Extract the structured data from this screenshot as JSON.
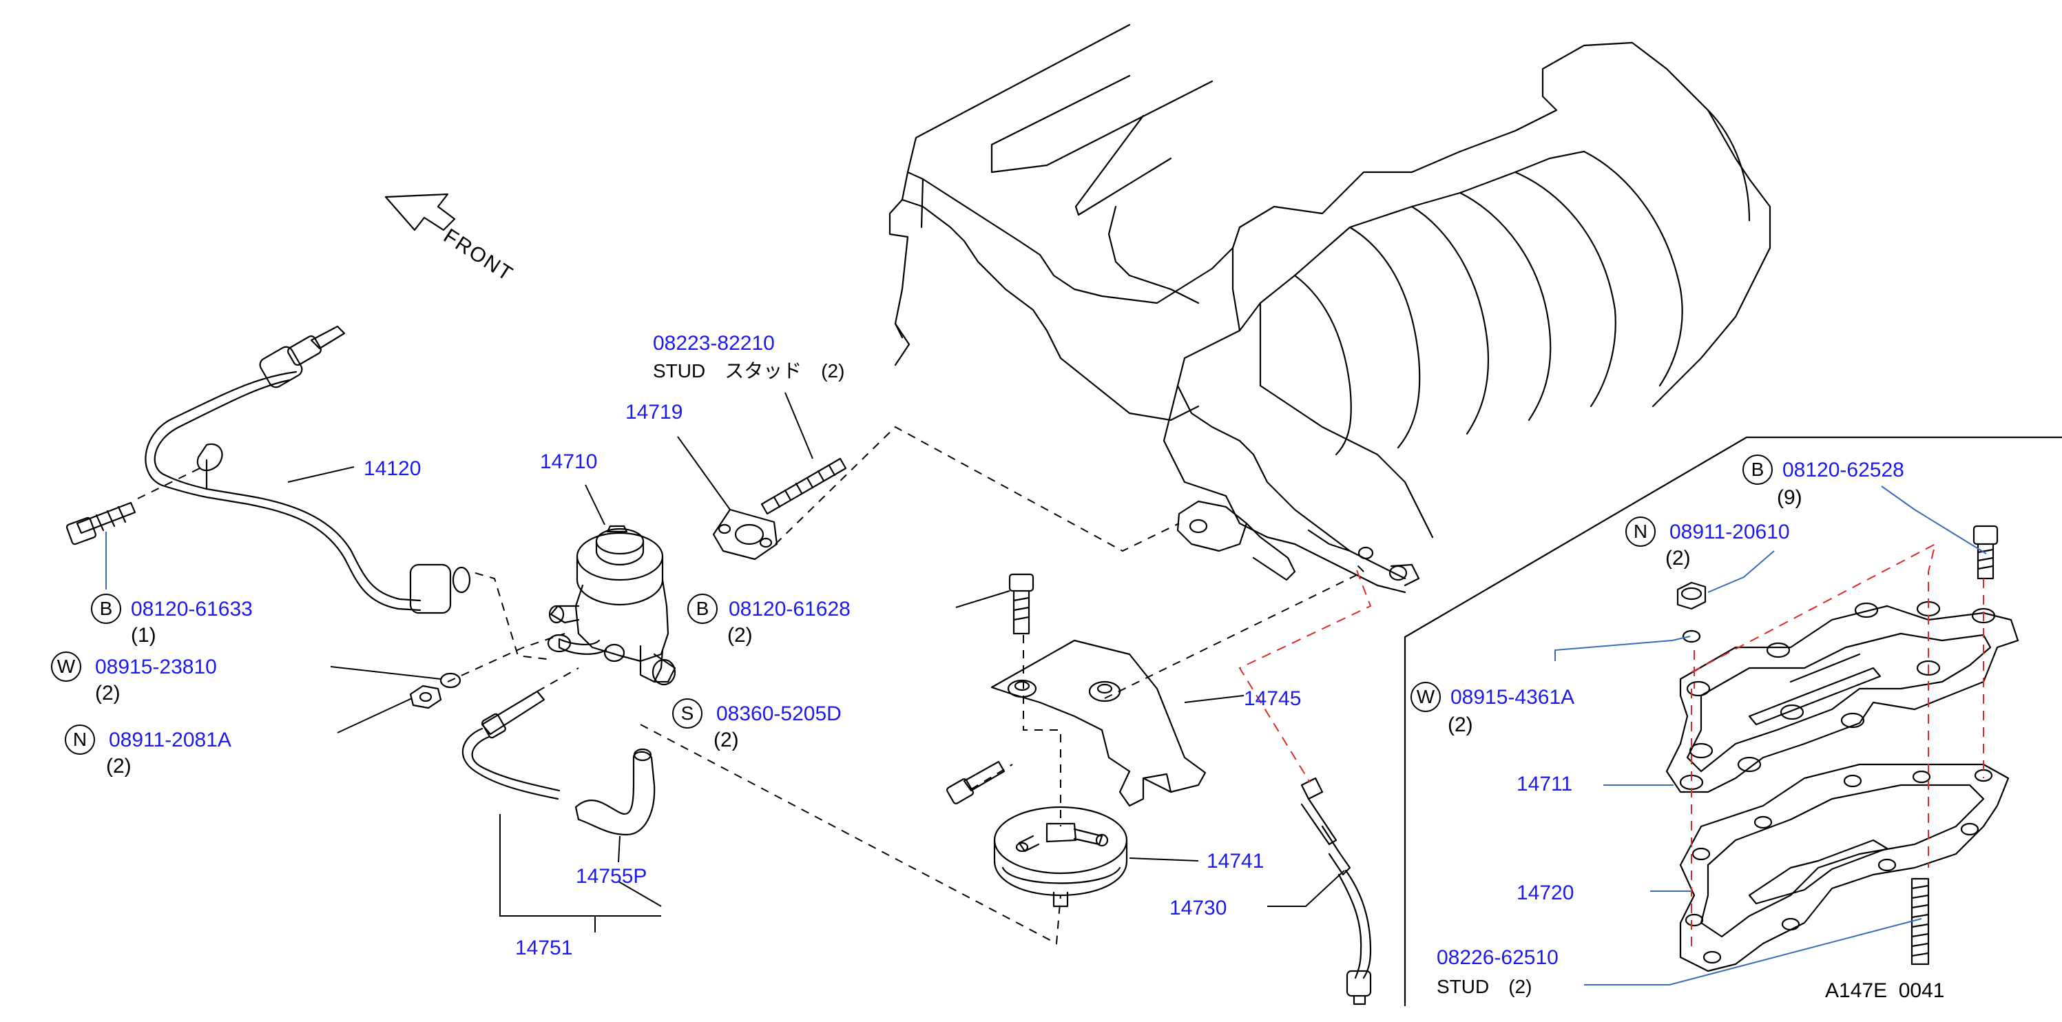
{
  "front_label": "FRONT",
  "diagram_code": "A147E  0041",
  "callouts": [
    {
      "id": "c1",
      "badge": "B",
      "number": "08120-61633",
      "line2": "(1)"
    },
    {
      "id": "c2",
      "badge": "W",
      "number": "08915-23810",
      "line2": "(2)"
    },
    {
      "id": "c3",
      "badge": "N",
      "number": "08911-2081A",
      "line2": "(2)"
    },
    {
      "id": "c4",
      "badge": "",
      "number": "14120",
      "line2": ""
    },
    {
      "id": "c5",
      "badge": "",
      "number": "14710",
      "line2": ""
    },
    {
      "id": "c6",
      "badge": "",
      "number": "14719",
      "line2": ""
    },
    {
      "id": "c7",
      "badge": "",
      "number": "08223-82210",
      "line2": "STUD　スタッド　(2)"
    },
    {
      "id": "c8",
      "badge": "B",
      "number": "08120-61628",
      "line2": "(2)"
    },
    {
      "id": "c9",
      "badge": "S",
      "number": "08360-5205D",
      "line2": "(2)"
    },
    {
      "id": "c10",
      "badge": "",
      "number": "14755P",
      "line2": ""
    },
    {
      "id": "c11",
      "badge": "",
      "number": "14751",
      "line2": ""
    },
    {
      "id": "c12",
      "badge": "",
      "number": "14745",
      "line2": ""
    },
    {
      "id": "c13",
      "badge": "",
      "number": "14741",
      "line2": ""
    },
    {
      "id": "c14",
      "badge": "",
      "number": "14730",
      "line2": ""
    },
    {
      "id": "c15",
      "badge": "B",
      "number": "08120-62528",
      "line2": "(9)"
    },
    {
      "id": "c16",
      "badge": "N",
      "number": "08911-20610",
      "line2": "(2)"
    },
    {
      "id": "c17",
      "badge": "W",
      "number": "08915-4361A",
      "line2": "(2)"
    },
    {
      "id": "c18",
      "badge": "",
      "number": "14711",
      "line2": ""
    },
    {
      "id": "c19",
      "badge": "",
      "number": "14720",
      "line2": ""
    },
    {
      "id": "c20",
      "badge": "",
      "number": "08226-62510",
      "line2": "STUD　(2)"
    }
  ]
}
